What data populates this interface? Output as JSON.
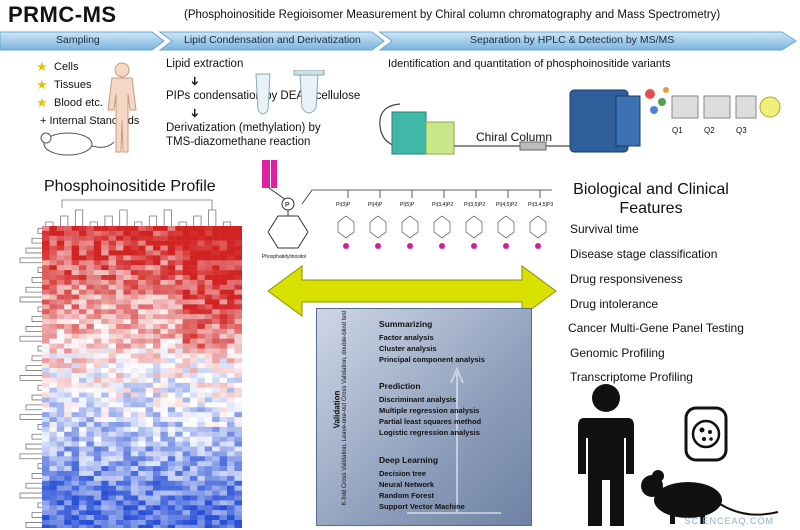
{
  "header": {
    "title": "PRMC-MS",
    "subtitle": "(Phosphoinositide Regioisomer Measurement by Chiral column chromatography and Mass Spectrometry)"
  },
  "stages": [
    "Sampling",
    "Lipid Condensation and Derivatization",
    "Separation by HPLC & Detection by MS/MS"
  ],
  "sampling": {
    "items": [
      "Cells",
      "Tissues",
      "Blood  etc."
    ],
    "internal_standards": "+ Internal Standards"
  },
  "lipid": {
    "steps": [
      "Lipid extraction",
      "PIPs condensation by DEAE-cellulose",
      "Derivatization (methylation) by",
      "TMS-diazomethane reaction"
    ]
  },
  "separation": {
    "identification": "Identification and quantitation of phosphoinositide variants",
    "chiral_column": "Chiral Column",
    "ms_labels": [
      "Q1",
      "Q2",
      "Q3"
    ]
  },
  "profile": {
    "title": "Phosphoinositide Profile"
  },
  "molecule": {
    "name": "Phosphatidylinositol",
    "variants": [
      "PI(3)P",
      "PI(4)P",
      "PI(5)P",
      "PI(3,4)P2",
      "PI(3,5)P2",
      "PI(4,5)P2",
      "PI(3,4,5)P3"
    ]
  },
  "bio": {
    "title": "Biological and Clinical Features",
    "features": [
      "Survival time",
      "Disease stage classification",
      "Drug responsiveness",
      "Drug intolerance",
      "Cancer Multi-Gene Panel Testing",
      "Genomic Profiling",
      "Transcriptome Profiling"
    ]
  },
  "analysis": {
    "validation": "Validation",
    "validation_sub": "K-fold Cross Validation, Leave-one-out Cross Validation, double-blind test",
    "sections": [
      {
        "head": "Summarizing",
        "items": [
          "Factor analysis",
          "Cluster analysis",
          "Principal component analysis"
        ]
      },
      {
        "head": "Prediction",
        "items": [
          "Discriminant analysis",
          "Multiple regression analysis",
          "Partial least squares method",
          "Logistic regression analysis"
        ]
      },
      {
        "head": "Deep Learning",
        "items": [
          "Decision tree",
          "Neural Network",
          "Random Forest",
          "Support Vector Machine"
        ]
      }
    ]
  },
  "watermark": "SCIENCEAQ.COM",
  "colors": {
    "chevron": "#7db8e0",
    "arrow": "#d8e000",
    "heat_red": "#e02020",
    "heat_blue": "#2850c0",
    "phosphate": "#d020a0"
  }
}
